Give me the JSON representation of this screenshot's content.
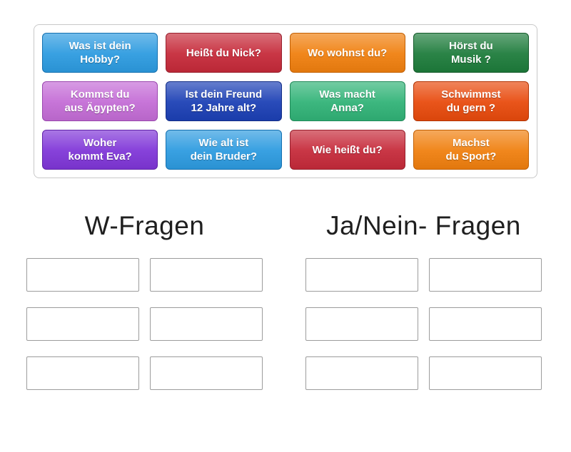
{
  "tray": {
    "cards": [
      {
        "label": "Was ist dein\nHobby?",
        "color": "#2d9be0",
        "border": "#1470b0"
      },
      {
        "label": "Heißt du Nick?",
        "color": "#c62a3a",
        "border": "#97202d"
      },
      {
        "label": "Wo wohnst du?",
        "color": "#f0800f",
        "border": "#c26004"
      },
      {
        "label": "Hörst du\nMusik ?",
        "color": "#1e7c3c",
        "border": "#145a2a"
      },
      {
        "label": "Kommst du\naus Ägypten?",
        "color": "#c46cd6",
        "border": "#9a47ae"
      },
      {
        "label": "Ist dein Freund\n12 Jahre alt?",
        "color": "#1c40b5",
        "border": "#132e87"
      },
      {
        "label": "Was macht\nAnna?",
        "color": "#31b377",
        "border": "#218a59"
      },
      {
        "label": "Schwimmst\ndu gern ?",
        "color": "#e84a0d",
        "border": "#b23404"
      },
      {
        "label": "Woher\nkommt Eva?",
        "color": "#8036d8",
        "border": "#6123a8"
      },
      {
        "label": "Wie alt ist\ndein Bruder?",
        "color": "#2d9be0",
        "border": "#1470b0"
      },
      {
        "label": "Wie heißt du?",
        "color": "#c62a3a",
        "border": "#97202d"
      },
      {
        "label": "Machst\ndu Sport?",
        "color": "#f0800f",
        "border": "#c26004"
      }
    ]
  },
  "groups": [
    {
      "title": "W-Fragen"
    },
    {
      "title": "Ja/Nein- Fragen"
    }
  ]
}
